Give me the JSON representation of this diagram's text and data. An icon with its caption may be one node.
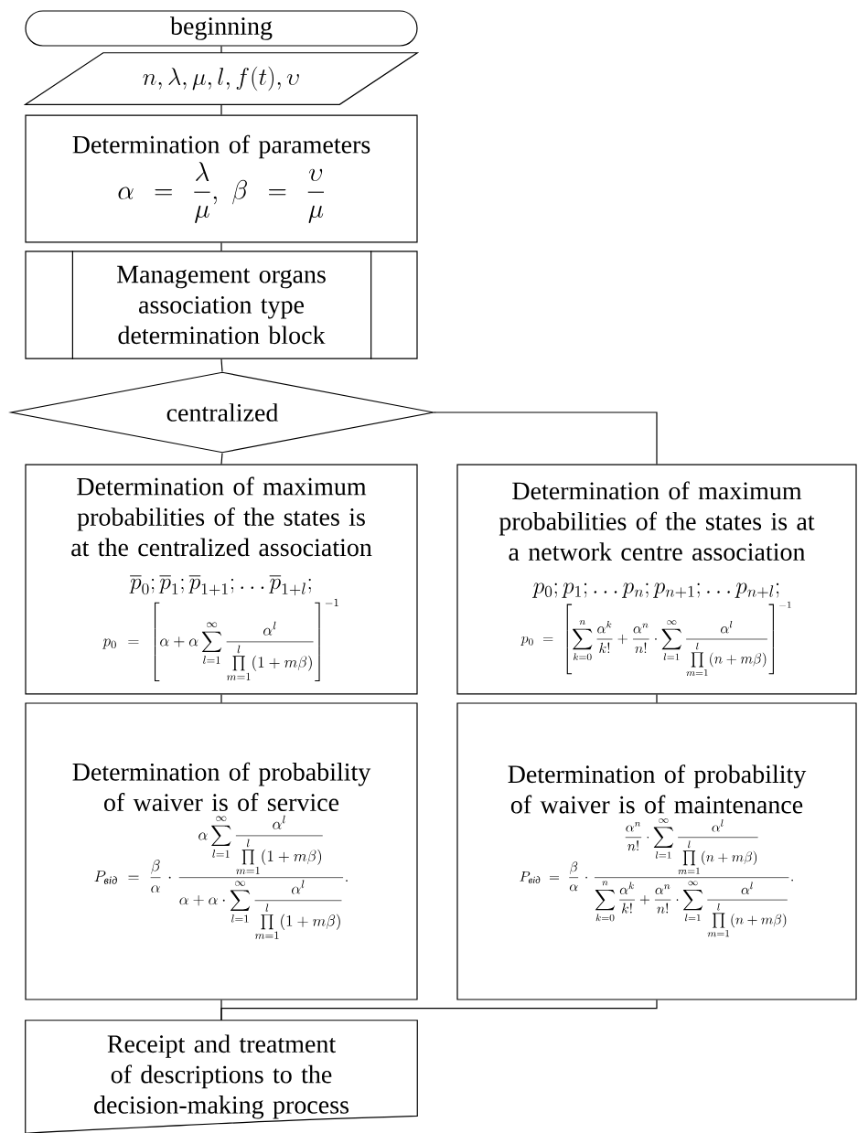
{
  "diagram": {
    "nodes": [
      {
        "text": [
          "beginning"
        ]
      },
      {
        "text": [
          "n,\\lambda,\\mu,l,f(t),\\upsilon"
        ]
      },
      {
        "text": [
          "Determination of parameters",
          "\\alpha=\\frac{\\lambda}{\\mu},\\ \\beta=\\frac{\\upsilon}{\\mu}"
        ]
      },
      {
        "text": [
          "Management organs association type determination block"
        ]
      },
      {
        "text": [
          "centralized"
        ]
      },
      {
        "text": [
          "Determination of maximum probabilities of the states is at the centralized association",
          "\\overline{p}_0;\\overline{p}_1;\\overline{p}_{1+1};\\ldots\\overline{p}_{1+l};",
          "p_0=\\left[\\alpha+\\alpha\\sum_{l=1}^{\\infty}\\frac{\\alpha^l}{\\prod\\limits_{m=1}^{l}(1+m\\beta)}\\right]^{-1}"
        ]
      },
      {
        "text": [
          "Determination of maximum probabilities of the states is at a network centre association",
          "p_0;p_1;\\ldots p_n;p_{n+1};\\ldots p_{n+l};",
          "p_0=\\left[\\sum_{k=0}^{n}\\frac{\\alpha^k}{k!}+\\frac{\\alpha^n}{n!}\\cdot\\sum_{l=1}^{\\infty}\\frac{\\alpha^l}{\\prod\\limits_{m=1}^{l}(n+m\\beta)}\\right]^{-1}"
        ]
      },
      {
        "text": [
          "Determination of probability of waiver is of service",
          "P_{\\textit{від}}=\\frac{\\beta}{\\alpha}\\cdot\\frac{\\displaystyle\\alpha\\sum_{l=1}^{\\infty}\\frac{\\alpha^l}{\\prod\\limits_{m=1}^{l}(1+m\\beta)}}{\\displaystyle\\alpha+\\alpha\\cdot\\sum_{l=1}^{\\infty}\\frac{\\alpha^l}{\\prod\\limits_{m=1}^{l}(1+m\\beta)}}."
        ]
      },
      {
        "text": [
          "Determination of probability of waiver is of maintenance",
          "P_{\\textit{від}}=\\frac{\\beta}{\\alpha}\\cdot\\frac{\\displaystyle\\frac{\\alpha^n}{n!}\\cdot\\sum_{l=1}^{\\infty}\\frac{\\alpha^l}{\\prod\\limits_{m=1}^{l}(n+m\\beta)}}{\\displaystyle\\sum_{k=0}^{n}\\frac{\\alpha^k}{k!}+\\frac{\\alpha^n}{n!}\\cdot\\sum_{l=1}^{\\infty}\\frac{\\alpha^l}{\\prod\\limits_{m=1}^{l}(n+m\\beta)}}."
        ]
      },
      {
        "text": [
          "Receipt and treatment of descriptions to the decision-making process"
        ]
      }
    ],
    "edges": [
      {
        "from": 0,
        "to": 1,
        "arrow": "none"
      },
      {
        "from": 1,
        "to": 2,
        "arrow": "none"
      },
      {
        "from": 2,
        "to": 3,
        "arrow": "none"
      },
      {
        "from": 3,
        "to": 4,
        "arrow": "none"
      },
      {
        "from": 4,
        "to": 5,
        "arrow": "none"
      },
      {
        "from": 4,
        "to": 6,
        "arrow": "none"
      },
      {
        "from": 5,
        "to": 7,
        "arrow": "none"
      },
      {
        "from": 6,
        "to": 8,
        "arrow": "none"
      },
      {
        "from": 7,
        "to": 9,
        "arrow": "none"
      },
      {
        "from": 8,
        "to": 9,
        "arrow": "none"
      }
    ]
  }
}
